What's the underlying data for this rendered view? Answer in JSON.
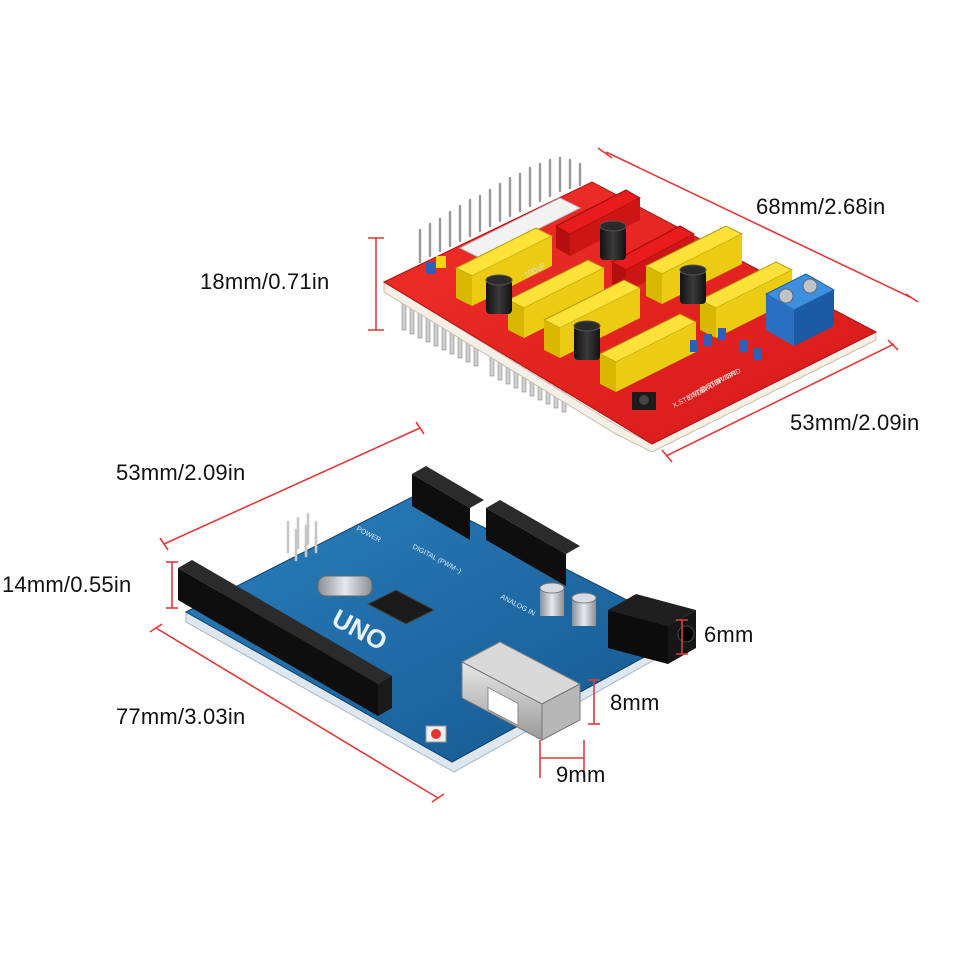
{
  "shield": {
    "length_label": "68mm/2.68in",
    "height_label": "18mm/0.71in",
    "width_label": "53mm/2.09in",
    "silk_text_1": "5V/GND",
    "silk_text_2": "Z.STEP/DIR",
    "silk_text_3": "Y.STEP/DIR",
    "silk_text_4": "X.STEP/DIR",
    "cap_label": "100uF"
  },
  "uno": {
    "width_label": "53mm/2.09in",
    "height_label": "14mm/0.55in",
    "length_label": "77mm/3.03in",
    "jack_label": "6mm",
    "usb_height_label": "8mm",
    "usb_width_label": "9mm",
    "board_text": "UNO",
    "silk_digital": "DIGITAL (PWM~)",
    "silk_analog": "ANALOG IN",
    "silk_power": "POWER"
  },
  "colors": {
    "dimension_line": "#e03a3a",
    "shield_pcb": "#e41f1f",
    "stepper_socket": "#f4d60e",
    "uno_pcb": "#1f6fa8",
    "header": "#111111"
  }
}
